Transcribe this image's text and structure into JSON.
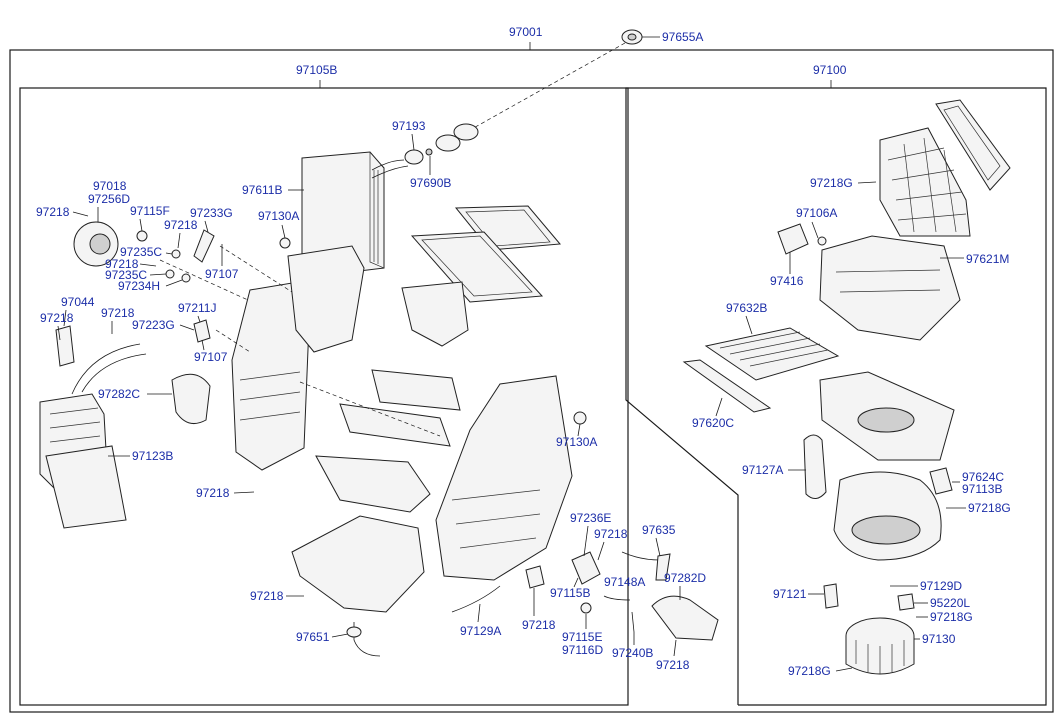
{
  "colors": {
    "label": "#1c2ea8",
    "line": "#1a1a1a",
    "part_fill": "#f4f4f4",
    "part_shade": "#cfcfcf"
  },
  "groups": {
    "assembly": "97001",
    "heater_unit": "97105B",
    "blower_unit": "97100"
  },
  "labels": [
    {
      "id": "l1",
      "text": "97655A"
    },
    {
      "id": "l2",
      "text": "97193"
    },
    {
      "id": "l3",
      "text": "97690B"
    },
    {
      "id": "l4",
      "text": "97611B"
    },
    {
      "id": "l5",
      "text": "97130A"
    },
    {
      "id": "l6",
      "text": "97018"
    },
    {
      "id": "l7",
      "text": "97256D"
    },
    {
      "id": "l8",
      "text": "97218"
    },
    {
      "id": "l9",
      "text": "97115F"
    },
    {
      "id": "l10",
      "text": "97233G"
    },
    {
      "id": "l11",
      "text": "97218"
    },
    {
      "id": "l12",
      "text": "97235C"
    },
    {
      "id": "l13",
      "text": "97218"
    },
    {
      "id": "l14",
      "text": "97107"
    },
    {
      "id": "l15",
      "text": "97235C"
    },
    {
      "id": "l16",
      "text": "97234H"
    },
    {
      "id": "l17",
      "text": "97044"
    },
    {
      "id": "l18",
      "text": "97211J"
    },
    {
      "id": "l19",
      "text": "97218"
    },
    {
      "id": "l20",
      "text": "97218"
    },
    {
      "id": "l21",
      "text": "97223G"
    },
    {
      "id": "l22",
      "text": "97107"
    },
    {
      "id": "l23",
      "text": "97282C"
    },
    {
      "id": "l24",
      "text": "97123B"
    },
    {
      "id": "l25",
      "text": "97218"
    },
    {
      "id": "l26",
      "text": "97130A"
    },
    {
      "id": "l27",
      "text": "97236E"
    },
    {
      "id": "l28",
      "text": "97218"
    },
    {
      "id": "l29",
      "text": "97635"
    },
    {
      "id": "l30",
      "text": "97218"
    },
    {
      "id": "l31",
      "text": "97148A"
    },
    {
      "id": "l32",
      "text": "97282D"
    },
    {
      "id": "l33",
      "text": "97115B"
    },
    {
      "id": "l34",
      "text": "97651"
    },
    {
      "id": "l35",
      "text": "97129A"
    },
    {
      "id": "l36",
      "text": "97218"
    },
    {
      "id": "l37",
      "text": "97115E"
    },
    {
      "id": "l38",
      "text": "97116D"
    },
    {
      "id": "l39",
      "text": "97240B"
    },
    {
      "id": "l40",
      "text": "97218"
    },
    {
      "id": "l41",
      "text": "97218G"
    },
    {
      "id": "l42",
      "text": "97106A"
    },
    {
      "id": "l43",
      "text": "97621M"
    },
    {
      "id": "l44",
      "text": "97416"
    },
    {
      "id": "l45",
      "text": "97632B"
    },
    {
      "id": "l46",
      "text": "97620C"
    },
    {
      "id": "l47",
      "text": "97127A"
    },
    {
      "id": "l48",
      "text": "97624C"
    },
    {
      "id": "l49",
      "text": "97113B"
    },
    {
      "id": "l50",
      "text": "97218G"
    },
    {
      "id": "l51",
      "text": "97121"
    },
    {
      "id": "l52",
      "text": "97129D"
    },
    {
      "id": "l53",
      "text": "95220L"
    },
    {
      "id": "l54",
      "text": "97218G"
    },
    {
      "id": "l55",
      "text": "97130"
    },
    {
      "id": "l56",
      "text": "97218G"
    }
  ]
}
